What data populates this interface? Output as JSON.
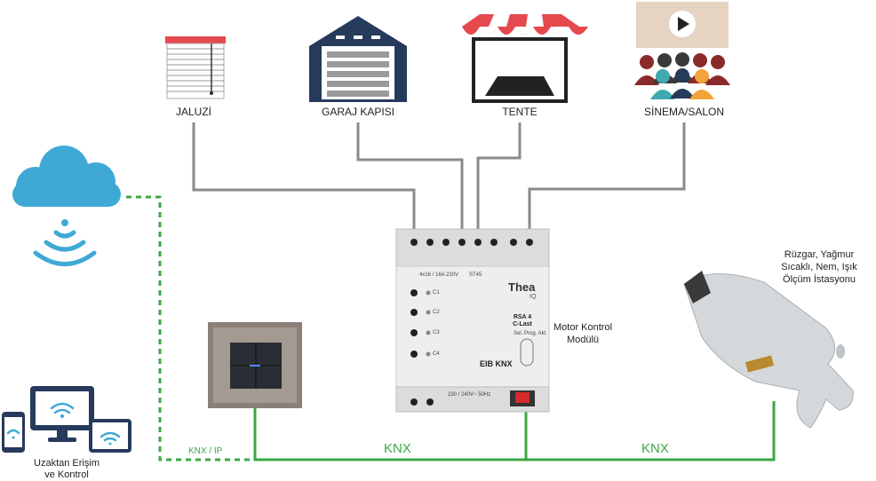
{
  "devices": {
    "jaluzi": "JALUZİ",
    "garaj": "GARAJ KAPISI",
    "tente": "TENTE",
    "sinema": "SİNEMA/SALON"
  },
  "module": {
    "label_line1": "Motor Kontrol",
    "label_line2": "Modülü",
    "brand": "Thea",
    "brand_sub": "IQ",
    "model_line1": "RSA 4",
    "model_line2": "C-Last",
    "spec": "4x16 / 16A 230V",
    "spec_right": "ST45",
    "channels": [
      "C1",
      "C2",
      "C3",
      "C4"
    ],
    "sel_labels": "Sel.  Prog.  Akt",
    "power": "230 / 240V~ 50Hz",
    "logo": "EIB KNX"
  },
  "weather": {
    "line1": "Rüzgar, Yağmur",
    "line2": "Sıcaklı, Nem, Işık",
    "line3": "Ölçüm İstasyonu"
  },
  "remote": {
    "line1": "Uzaktan Erişim",
    "line2": "ve Kontrol"
  },
  "bus": {
    "knx_ip": "KNX / IP",
    "knx_left": "KNX",
    "knx_right": "KNX"
  },
  "colors": {
    "knx_green": "#3aa843",
    "wire_gray": "#8a8a8a",
    "cloud_blue": "#3fa9d6"
  }
}
